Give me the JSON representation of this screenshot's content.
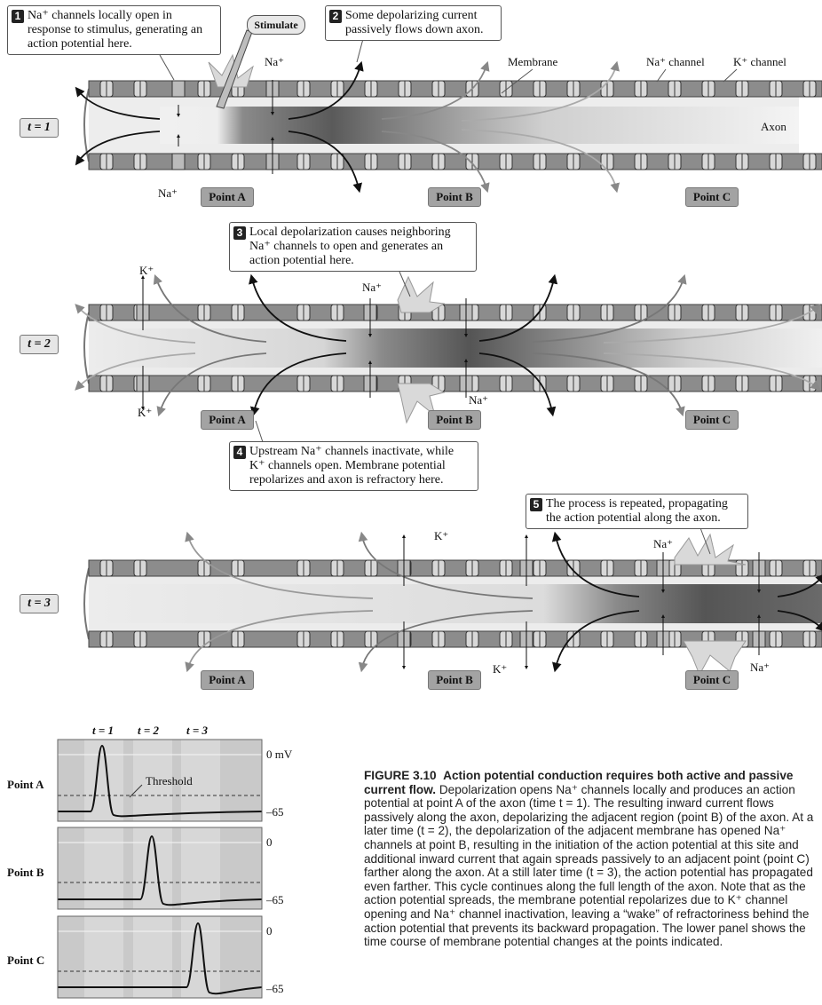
{
  "callouts": [
    {
      "num": "1",
      "text": "Na⁺ channels locally open in response to stimulus, generating an action potential here."
    },
    {
      "num": "2",
      "text": "Some depolarizing current passively flows down axon."
    },
    {
      "num": "3",
      "text": "Local depolarization causes neighboring Na⁺ channels to open and generates an action potential here."
    },
    {
      "num": "4",
      "text": "Upstream Na⁺ channels inactivate, while K⁺ channels open. Membrane potential repolarizes and axon is refractory here."
    },
    {
      "num": "5",
      "text": "The process is repeated, propagating the action potential along the axon."
    }
  ],
  "stimulate": "Stimulate",
  "labels": {
    "membrane": "Membrane",
    "na_channel": "Na⁺ channel",
    "k_channel": "K⁺ channel",
    "axon": "Axon",
    "na": "Na⁺",
    "k": "K⁺"
  },
  "time_labels": [
    "t = 1",
    "t = 2",
    "t = 3"
  ],
  "points": [
    "Point A",
    "Point B",
    "Point C"
  ],
  "graph": {
    "time_headers": [
      "t = 1",
      "t = 2",
      "t = 3"
    ],
    "rows": [
      "Point A",
      "Point B",
      "Point C"
    ],
    "threshold": "Threshold",
    "zero_mv": "0 mV",
    "zero": "0",
    "rest": "–65"
  },
  "caption": {
    "fig": "FIGURE 3.10",
    "lead": "Action potential conduction requires both active and passive current flow.",
    "body": "Depolarization opens Na⁺ channels locally and produces an action potential at point A of the axon (time t = 1). The resulting inward current flows passively along the axon, depolarizing the adjacent region (point B) of the axon. At a later time (t = 2), the depolarization of the adjacent membrane has opened Na⁺ channels at point B, resulting in the initiation of the action potential at this site and additional inward current that again spreads passively to an adjacent point (point C) farther along the axon. At a still later time (t = 3), the action potential has propagated even farther. This cycle continues along the full length of the axon. Note that as the action potential spreads, the membrane potential repolarizes due to K⁺ channel opening and Na⁺ channel inactivation, leaving a “wake” of refractoriness behind the action potential that prevents its backward propagation. The lower panel shows the time course of membrane potential changes at the points indicated."
  },
  "colors": {
    "membrane": "#8c8c8c",
    "channel": "#dcdcdc",
    "dark": "#333333",
    "panel": "#c8c8c8"
  }
}
